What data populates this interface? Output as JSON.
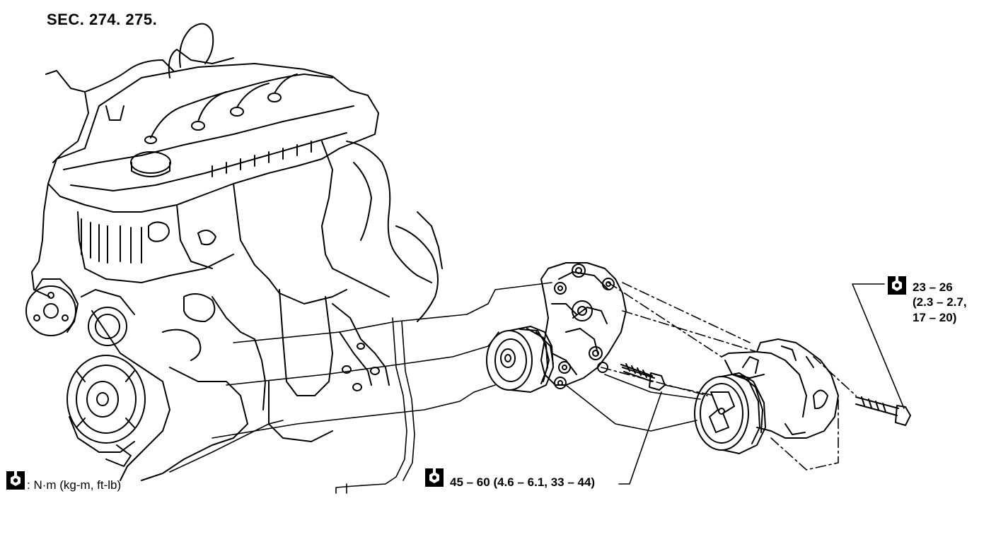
{
  "section_ref": "SEC. 274. 275.",
  "legend": {
    "icon": "torque-wrench-icon",
    "text": ": N·m (kg-m, ft-lb)"
  },
  "torque_specs": {
    "bracket_bolt": "45 – 60 (4.6 – 6.1, 33 – 44)",
    "compressor_bolt": {
      "line1": "23 – 26",
      "line2": "(2.3 – 2.7,",
      "line3": "17 – 20)"
    }
  },
  "colors": {
    "ink": "#000000",
    "paper": "#ffffff"
  }
}
